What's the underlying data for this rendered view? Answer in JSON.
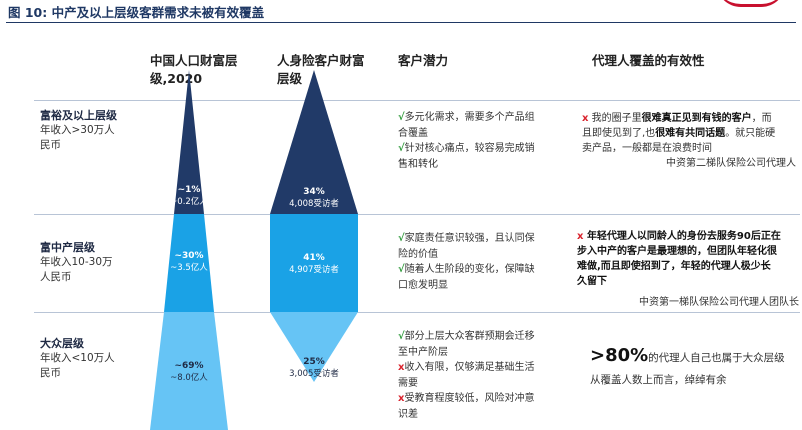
{
  "figure": {
    "number": "图 10:",
    "title": "中产及以上层级客群需求未被有效覆盖"
  },
  "colors": {
    "dark": "#213a68",
    "mid": "#1aa2e6",
    "light": "#66c4f5",
    "title": "#1f3864",
    "check": "#2e9a3a",
    "cross": "#d9232d"
  },
  "headers": {
    "wealth": [
      "中国人口财富层",
      "级,2020"
    ],
    "insured": [
      "人身险客户财富",
      "层级"
    ],
    "potential": "客户潜力",
    "effect": "代理人覆盖的有效性"
  },
  "segments": [
    {
      "title": "富裕及以上层级",
      "sub": [
        "年收入>30万人",
        "民币"
      ],
      "pop_pct": "~1%",
      "pop_abs": "~0.2亿人",
      "ins_pct": "34%",
      "ins_abs": "4,008受访者"
    },
    {
      "title": "富中产层级",
      "sub": [
        "年收入10-30万",
        "人民币"
      ],
      "pop_pct": "~30%",
      "pop_abs": "~3.5亿人",
      "ins_pct": "41%",
      "ins_abs": "4,907受访者"
    },
    {
      "title": "大众层级",
      "sub": [
        "年收入<10万人",
        "民币"
      ],
      "pop_pct": "~69%",
      "pop_abs": "~8.0亿人",
      "ins_pct": "25%",
      "ins_abs": "3,005受访者"
    }
  ],
  "potential": [
    [
      {
        "mark": "√",
        "lines": [
          "多元化需求，需要多个产品组",
          "合覆盖"
        ]
      },
      {
        "mark": "√",
        "lines": [
          "针对核心痛点，较容易完成销",
          "售和转化"
        ]
      }
    ],
    [
      {
        "mark": "√",
        "lines": [
          "家庭责任意识较强，且认同保",
          "险的价值"
        ]
      },
      {
        "mark": "√",
        "lines": [
          "随着人生阶段的变化，保障缺",
          "口愈发明显"
        ]
      }
    ],
    [
      {
        "mark": "√",
        "lines": [
          "部分上层大众客群预期会迁移",
          "至中产阶层"
        ]
      },
      {
        "mark": "x",
        "lines": [
          "收入有限，仅够满足基础生活",
          "需要"
        ]
      },
      {
        "mark": "x",
        "lines": [
          "受教育程度较低，风险对冲意",
          "识差"
        ]
      }
    ]
  ],
  "effect": {
    "q1": {
      "mark": "x",
      "l1a": "我的圈子里",
      "l1b": "很难真正见到有钱的客户",
      "l1c": "，而",
      "l2a": "且即使见到了,也",
      "l2b": "很难有共同话题",
      "l2c": "。就只能硬",
      "l3": "卖产品，一般都是在浪费时间",
      "source": "中资第二梯队保险公司代理人"
    },
    "q2": {
      "mark": "x",
      "l1": "年轻代理人以同龄人的身份去服务90后正在",
      "l2": "步入中产的客户是最理想的，但团队年轻化很",
      "l3": "难做,而且即使招到了，年轻的代理人极少长",
      "l4": "久留下",
      "source": "中资第一梯队保险公司代理人团队长"
    },
    "q3": {
      "big": ">80%",
      "text": "的代理人自己也属于大众层级",
      "sub": "从覆盖人数上而言，绰绰有余"
    }
  }
}
